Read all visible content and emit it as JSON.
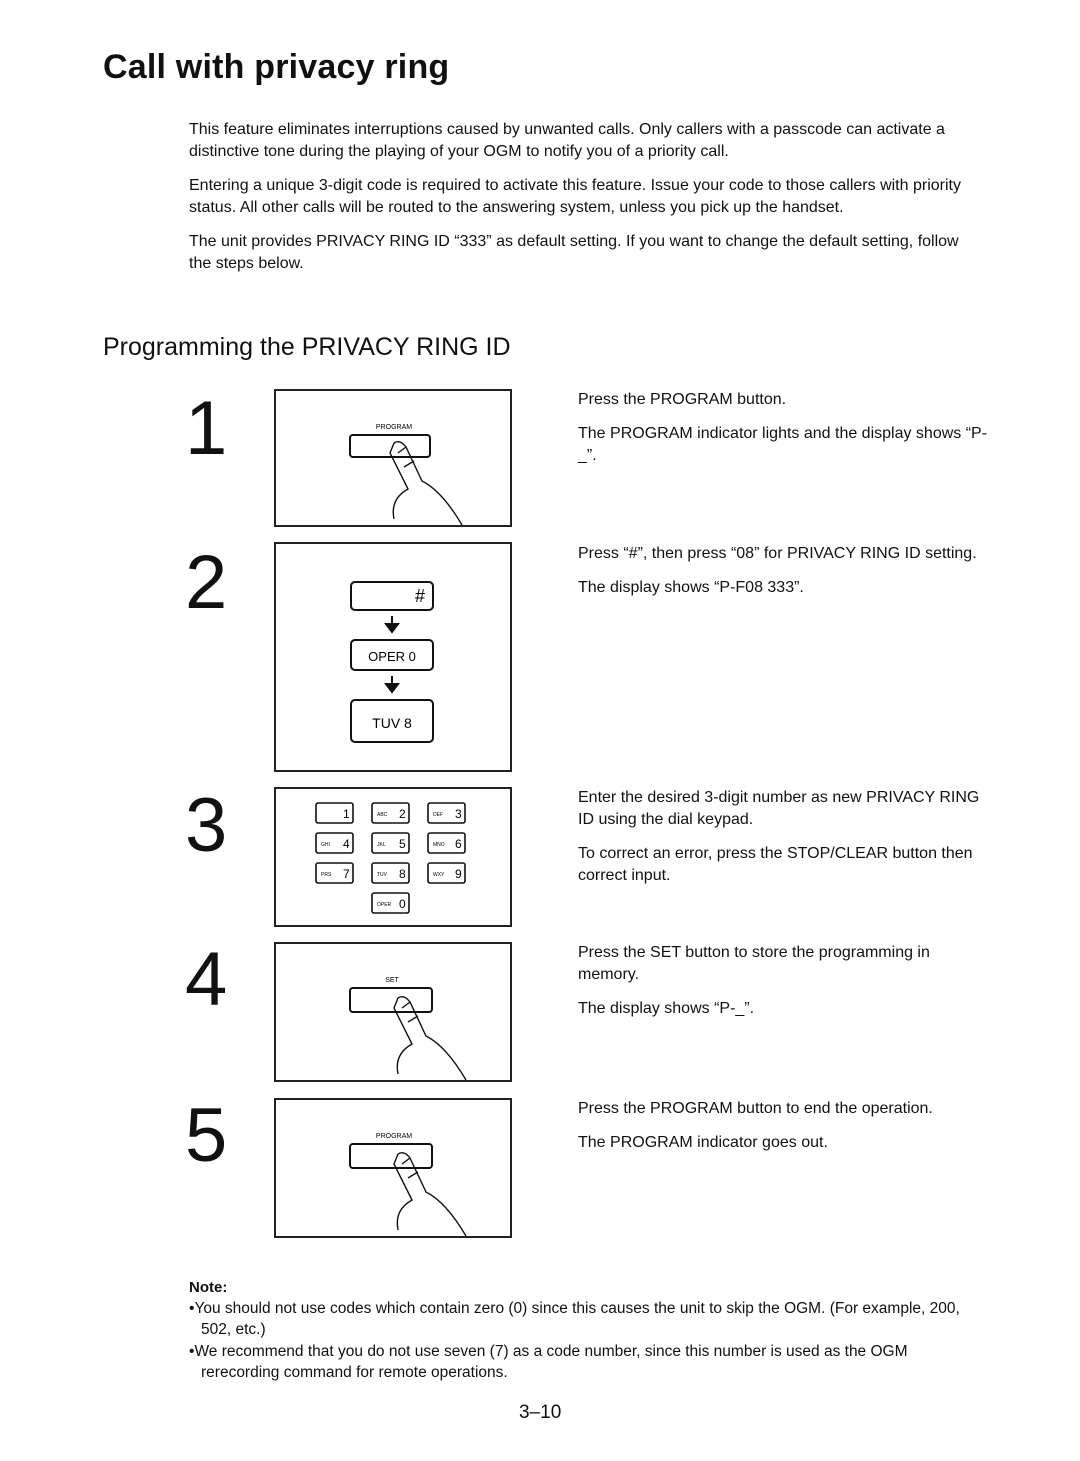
{
  "title": "Call with privacy ring",
  "intro": [
    "This feature eliminates interruptions caused by unwanted calls. Only callers with a passcode can activate a distinctive tone during the playing of your OGM to notify you of a priority call.",
    "Entering a unique 3-digit code is required to activate this feature. Issue your code to those callers with priority status. All other calls will be routed to the answering system, unless you pick up the handset.",
    "The unit provides PRIVACY RING ID “333” as default setting. If you want to change the default setting, follow the steps below."
  ],
  "subtitle": "Programming the PRIVACY RING ID",
  "steps": [
    {
      "number": "1",
      "button_label": "PROGRAM",
      "text": [
        "Press the PROGRAM button.",
        "The PROGRAM indicator lights and the display shows “P-_”."
      ]
    },
    {
      "number": "2",
      "keys": [
        "#",
        "OPER 0",
        "TUV 8"
      ],
      "text": [
        "Press “#”, then press “08” for PRIVACY RING ID setting.",
        "The display shows “P-F08  333”."
      ]
    },
    {
      "number": "3",
      "keypad": [
        {
          "sub": "",
          "digit": "1"
        },
        {
          "sub": "ABC",
          "digit": "2"
        },
        {
          "sub": "DEF",
          "digit": "3"
        },
        {
          "sub": "GHI",
          "digit": "4"
        },
        {
          "sub": "JKL",
          "digit": "5"
        },
        {
          "sub": "MNO",
          "digit": "6"
        },
        {
          "sub": "PRS",
          "digit": "7"
        },
        {
          "sub": "TUV",
          "digit": "8"
        },
        {
          "sub": "WXY",
          "digit": "9"
        },
        {
          "sub": "OPER",
          "digit": "0"
        }
      ],
      "text": [
        "Enter the desired 3-digit number as new PRIVACY RING ID using the dial keypad.",
        "To correct an error, press the STOP/CLEAR button then correct input."
      ]
    },
    {
      "number": "4",
      "button_label": "SET",
      "text": [
        "Press the SET button to store the programming in memory.",
        "The display shows “P-_”."
      ]
    },
    {
      "number": "5",
      "button_label": "PROGRAM",
      "text": [
        "Press the PROGRAM button to end the operation.",
        "The PROGRAM indicator goes out."
      ]
    }
  ],
  "note_label": "Note:",
  "notes": [
    "You should not use codes which contain zero (0) since this causes the unit to skip the OGM. (For example, 200, 502, etc.)",
    "We recommend that you do not use seven (7) as a code number, since this number is used as the OGM rerecording command for remote operations."
  ],
  "page_number": "3–10"
}
